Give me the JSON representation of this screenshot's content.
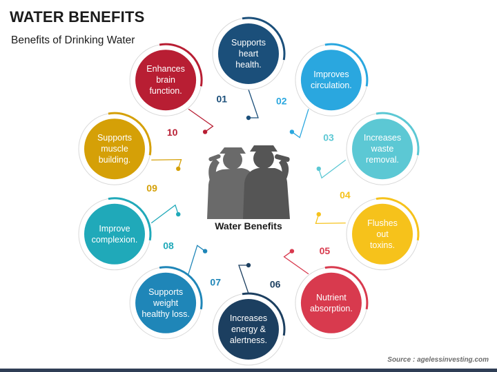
{
  "header": {
    "title": "WATER BENEFITS",
    "subtitle": "Benefits of Drinking Water"
  },
  "center": {
    "label": "Water Benefits",
    "icon": "people-drinking-water-icon"
  },
  "colors": {
    "ring": "#d8d8d8",
    "center_figure": "#6a6a6a",
    "bottom_bar": "#2f3e55"
  },
  "benefits": [
    {
      "number": "01",
      "lines": [
        "Supports",
        "heart",
        "health."
      ],
      "color": "#1b4f7a"
    },
    {
      "number": "02",
      "lines": [
        "Improves",
        "circulation."
      ],
      "color": "#2aa7df"
    },
    {
      "number": "03",
      "lines": [
        "Increases",
        "waste",
        "removal."
      ],
      "color": "#5cc8d4"
    },
    {
      "number": "04",
      "lines": [
        "Flushes",
        "out",
        "toxins."
      ],
      "color": "#f6c21b"
    },
    {
      "number": "05",
      "lines": [
        "Nutrient",
        "absorption."
      ],
      "color": "#d83a4e"
    },
    {
      "number": "06",
      "lines": [
        "Increases",
        "energy &",
        "alertness."
      ],
      "color": "#1c3f60"
    },
    {
      "number": "07",
      "lines": [
        "Supports",
        "weight",
        "healthy loss."
      ],
      "color": "#1f86b8"
    },
    {
      "number": "08",
      "lines": [
        "Improve",
        "complexion."
      ],
      "color": "#20a9b9"
    },
    {
      "number": "09",
      "lines": [
        "Supports",
        "muscle",
        "building."
      ],
      "color": "#d5a007"
    },
    {
      "number": "10",
      "lines": [
        "Enhances",
        "brain",
        "function."
      ],
      "color": "#b81e33"
    }
  ],
  "footer": {
    "source": "Source : agelessinvesting.com"
  }
}
